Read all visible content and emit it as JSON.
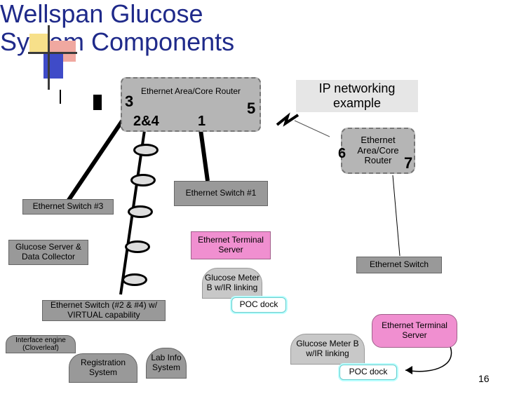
{
  "title_line1": "Wellspan Glucose",
  "title_line2": "System Components",
  "boxes": {
    "router_main": "Ethernet Area/Core Router",
    "ip_example": "IP networking example",
    "router_right": "Ethernet Area/Core Router",
    "switch1": "Ethernet Switch #1",
    "switch3": "Ethernet Switch #3",
    "glucose_server": "Glucose Server & Data Collector",
    "terminal_server_center": "Ethernet Terminal Server",
    "ethernet_switch_right": "Ethernet Switch",
    "meter_b_center": "Glucose Meter B w/IR linking",
    "poc_dock_center": "POC dock",
    "switch24": "Ethernet Switch (#2 & #4) w/ VIRTUAL capability",
    "terminal_server_right": "Ethernet Terminal Server",
    "interface_engine": "Interface engine (Cloverleaf)",
    "registration": "Registration System",
    "lab_info": "Lab Info System",
    "meter_b_right": "Glucose Meter B w/IR linking",
    "poc_dock_right": "POC dock"
  },
  "numbers": {
    "n3": "3",
    "n5": "5",
    "n24": "2&4",
    "n1": "1",
    "n6": "6",
    "n7": "7"
  },
  "page_number": "16"
}
